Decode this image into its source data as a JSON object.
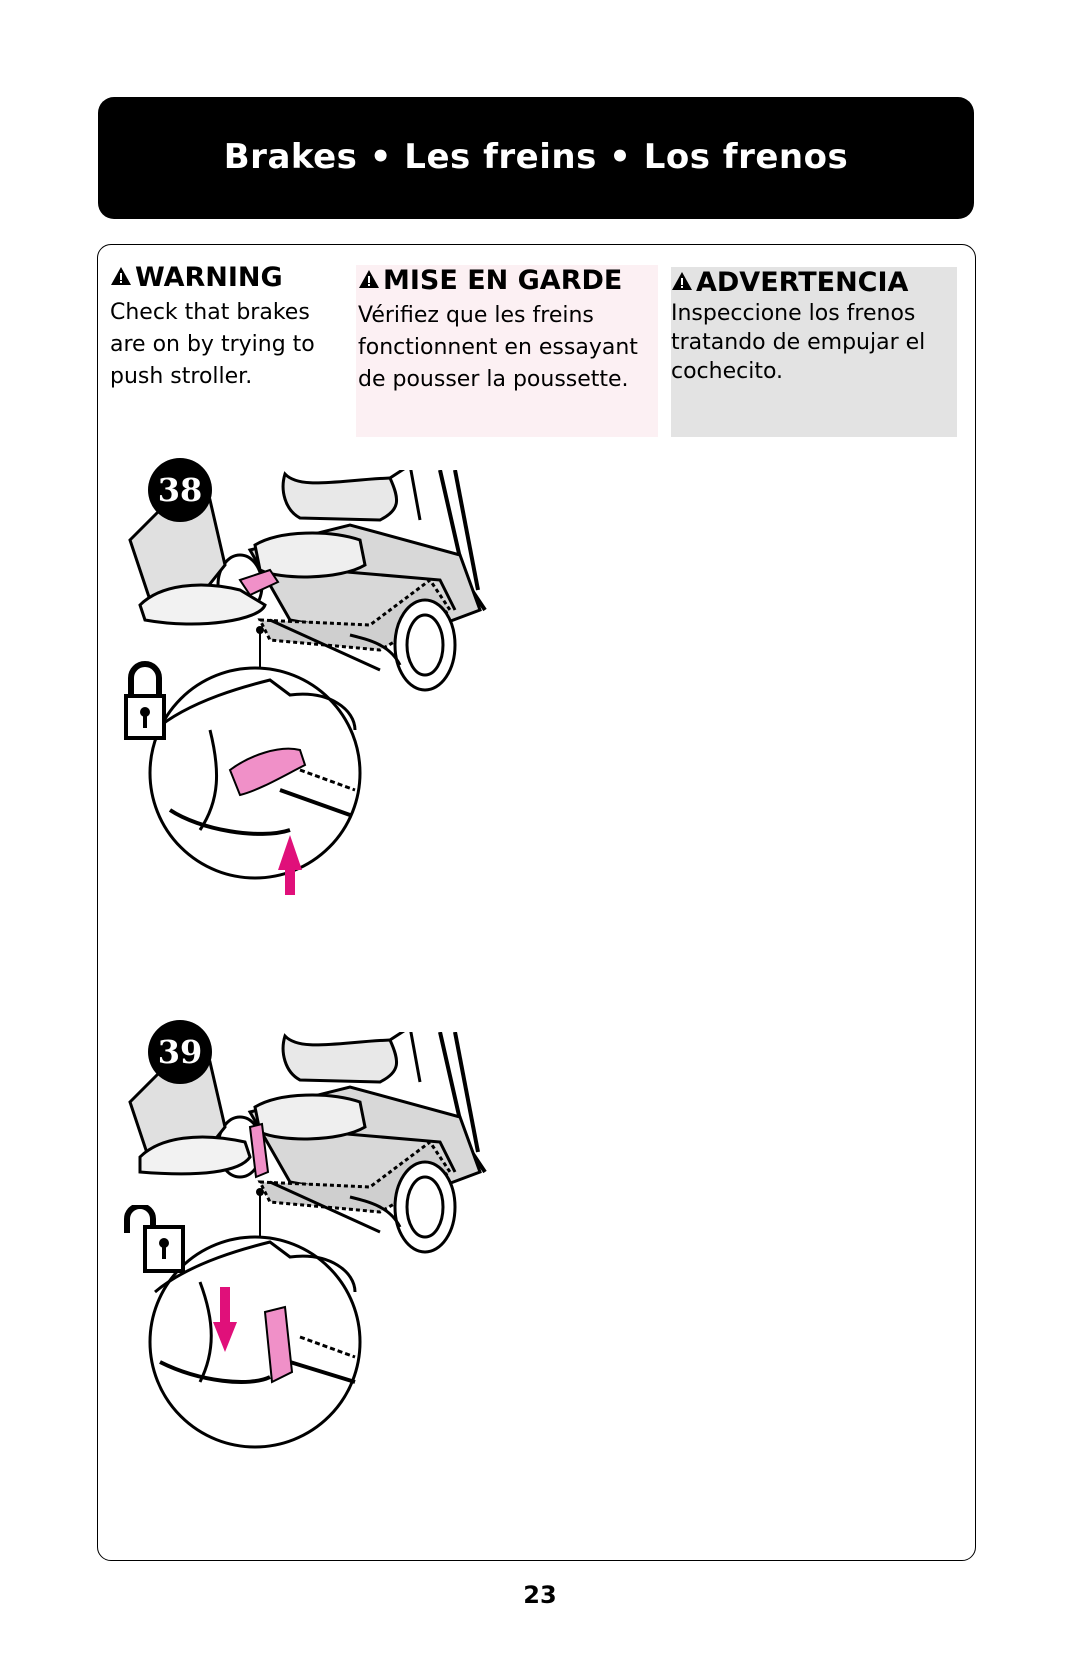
{
  "header": {
    "title": "Brakes • Les freins • Los frenos"
  },
  "warnings": {
    "en": {
      "heading": "WARNING",
      "body": "Check that brakes are on by trying to push stroller.",
      "background": "#ffffff"
    },
    "fr": {
      "heading": "MISE EN GARDE",
      "body": "Vérifiez que les freins fonctionnent en essayant de pousser la poussette.",
      "background": "#fcf0f3"
    },
    "es": {
      "heading": "ADVERTENCIA",
      "body": "Inspeccione los frenos tratando de empujar el cochecito.",
      "background": "#e3e3e3"
    }
  },
  "steps": [
    {
      "number": "38",
      "lock_state": "locked",
      "arrow_direction": "up"
    },
    {
      "number": "39",
      "lock_state": "unlocked",
      "arrow_direction": "down"
    }
  ],
  "colors": {
    "title_bar": "#000000",
    "brake_highlight": "#f090c8",
    "arrow": "#e0107a"
  },
  "footer": {
    "page_number": "23"
  }
}
